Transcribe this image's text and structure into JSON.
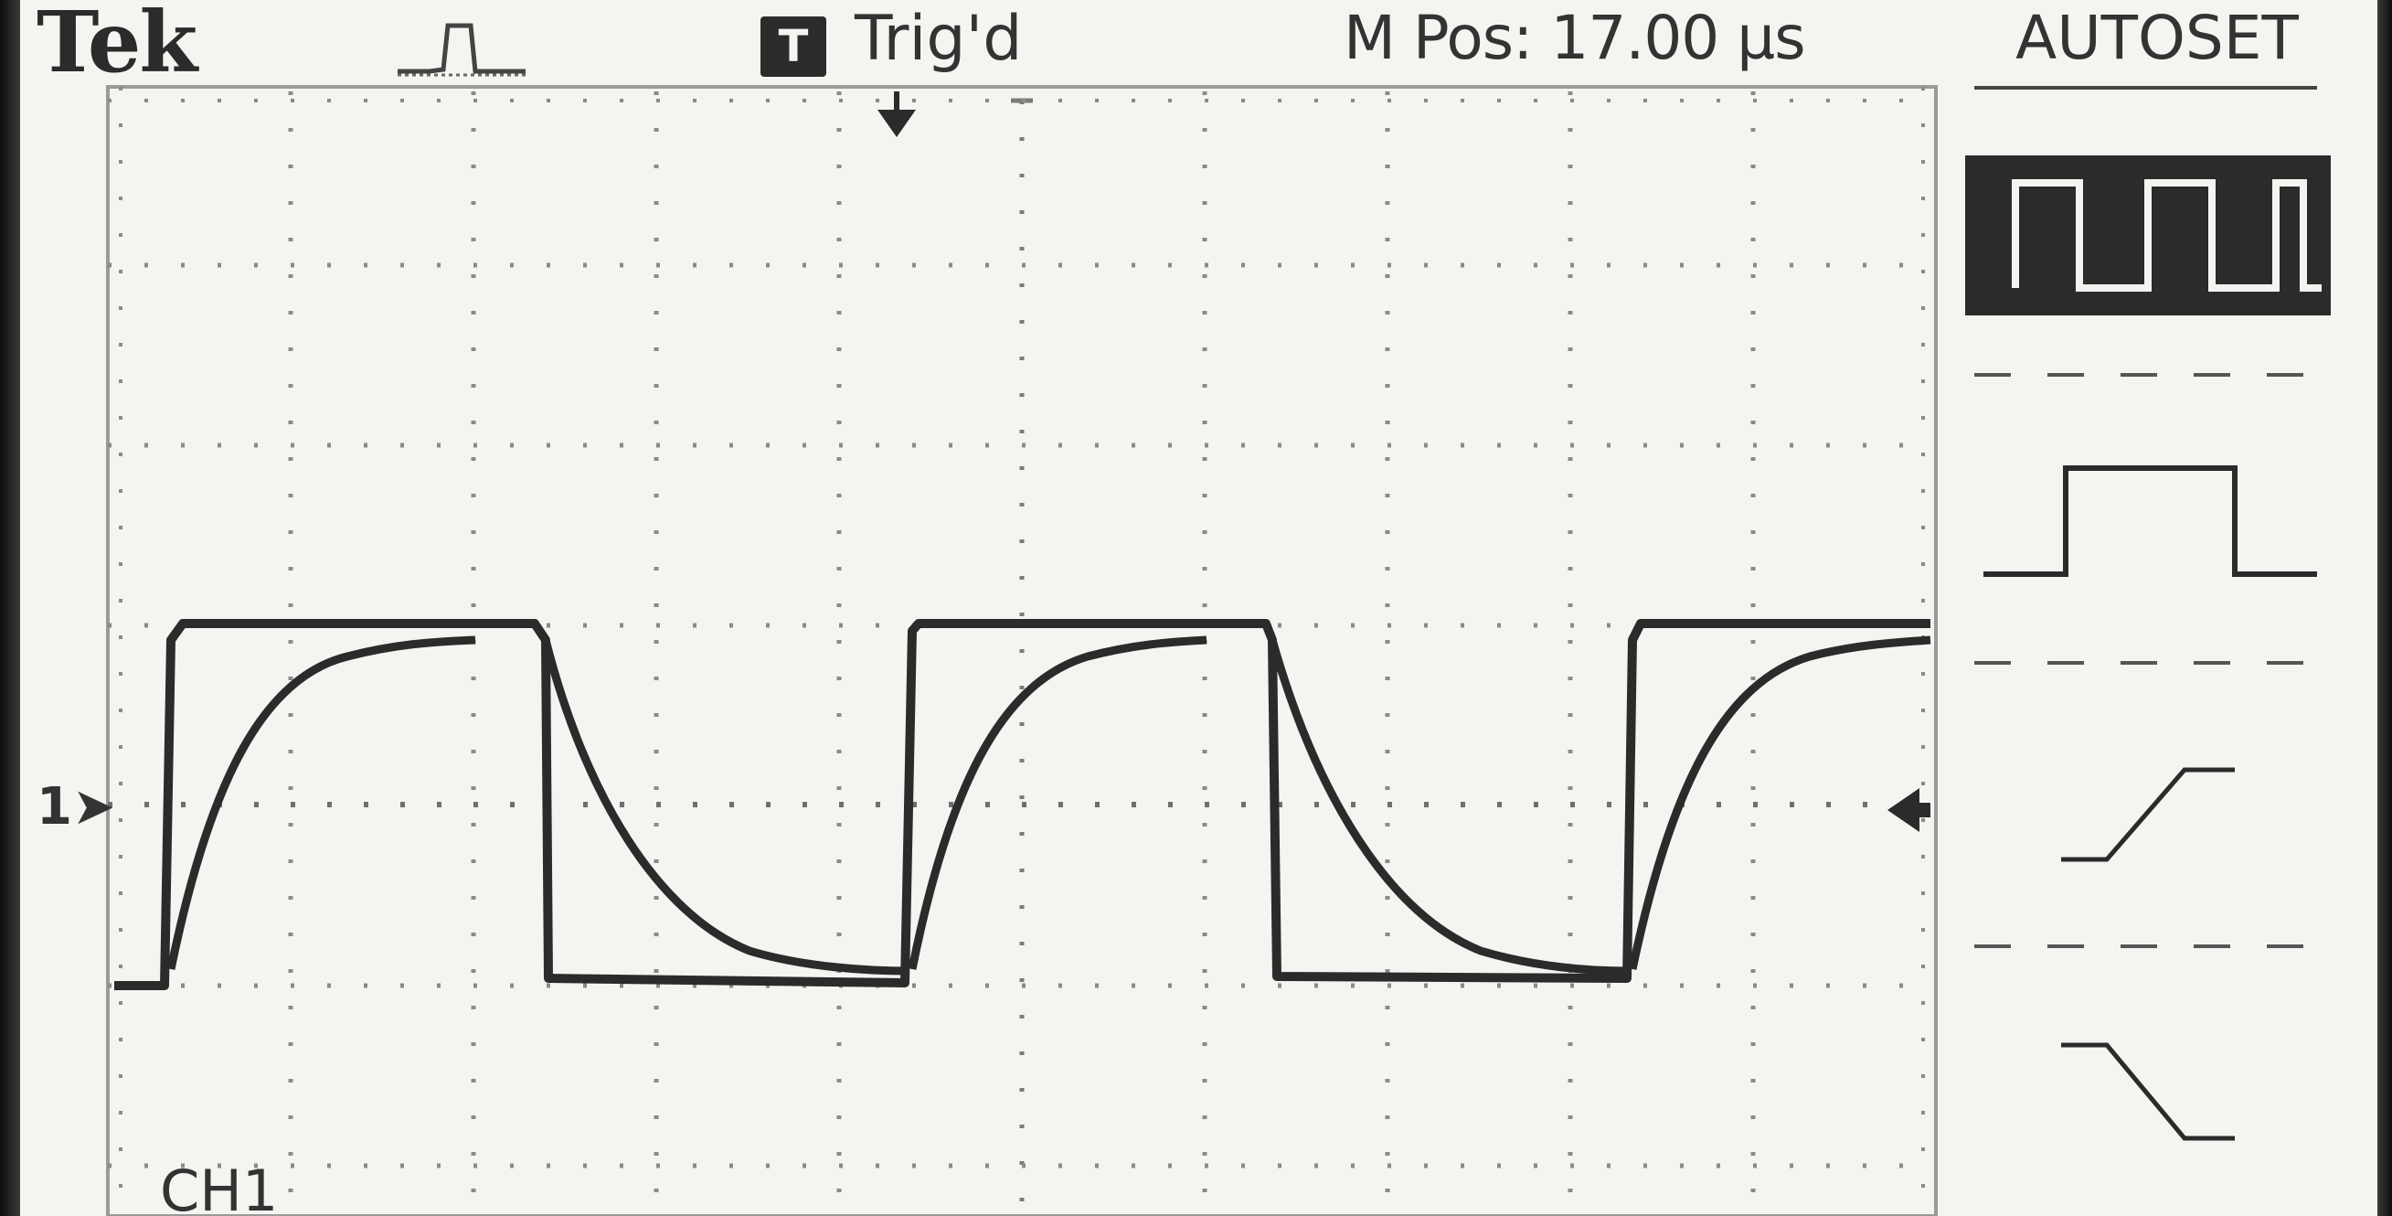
{
  "header": {
    "brand": "Tek",
    "trigger_badge": "T",
    "trigger_status": "Trig'd",
    "main_position": "M Pos: 17.00 µs"
  },
  "menu": {
    "title": "AUTOSET",
    "options": [
      {
        "icon": "multi-cycle-square-wave-icon",
        "selected": true
      },
      {
        "icon": "single-cycle-pulse-icon",
        "selected": false
      },
      {
        "icon": "rising-edge-icon",
        "selected": false
      },
      {
        "icon": "falling-edge-icon",
        "selected": false
      }
    ]
  },
  "channel": {
    "label": "CH1",
    "ref_marker": "1"
  },
  "colors": {
    "screen_bg": "#f4f4f1",
    "trace": "#2b2b2b",
    "graticule": "#8a8a8a"
  }
}
